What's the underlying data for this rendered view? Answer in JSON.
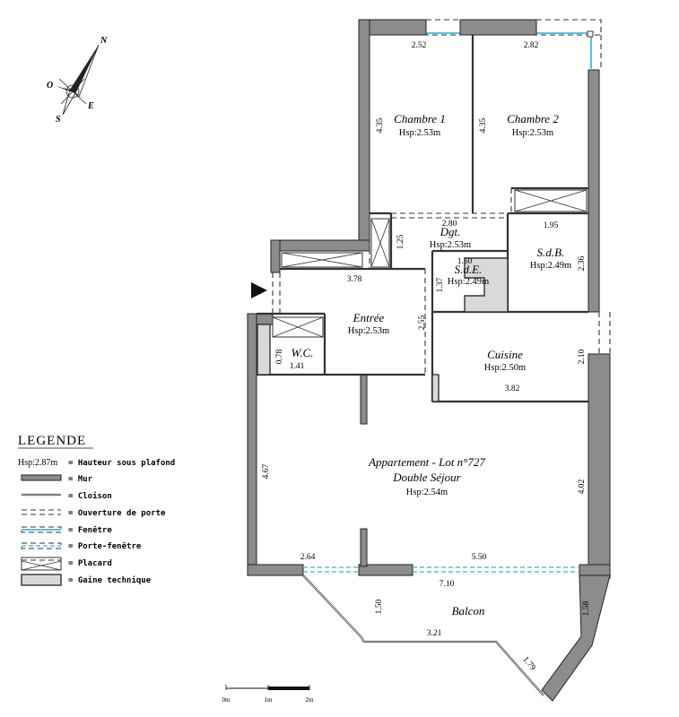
{
  "rooms": {
    "chambre1": {
      "name": "Chambre 1",
      "hsp": "Hsp:2.53m"
    },
    "chambre2": {
      "name": "Chambre 2",
      "hsp": "Hsp:2.53m"
    },
    "dgt": {
      "name": "Dgt.",
      "hsp": "Hsp:2.53m"
    },
    "sdb": {
      "name": "S.d.B.",
      "hsp": "Hsp:2.49m"
    },
    "sde": {
      "name": "S.d.E.",
      "hsp": "Hsp:2.49m"
    },
    "entree": {
      "name": "Entrée",
      "hsp": "Hsp:2.53m"
    },
    "wc": {
      "name": "W.C."
    },
    "cuisine": {
      "name": "Cuisine",
      "hsp": "Hsp:2.50m"
    },
    "sejour": {
      "title": "Appartement - Lot n°727",
      "name": "Double Séjour",
      "hsp": "Hsp:2.54m"
    },
    "balcon": {
      "name": "Balcon"
    }
  },
  "dimensions": {
    "ch1_width": "2.52",
    "ch2_width": "2.82",
    "ch1_depth": "4.35",
    "ch2_depth": "4.35",
    "dgt_width": "2.80",
    "dgt_depth": "1.25",
    "sdb_width": "1.95",
    "sdb_depth": "2.36",
    "entree_width": "3.78",
    "sde_width": "1.50",
    "sde_depth": "1.37",
    "entree_depth": "2.55",
    "wc_depth": "0.78",
    "wc_width": "1.41",
    "cuisine_depth": "2.10",
    "cuisine_width": "3.82",
    "sejour_depth_left": "4.67",
    "sejour_depth_right": "4.02",
    "sejour_left_width": "2.64",
    "sejour_right_width": "5.50",
    "sejour_total_width": "7.10",
    "balcon_depth_left": "1.50",
    "balcon_depth_right": "1.58",
    "balcon_width": "3.21",
    "balcon_diag": "1.79"
  },
  "legend": {
    "title": "LEGENDE",
    "hsp_key": "Hsp:2.87m",
    "hsp_desc": "= Hauteur sous plafond",
    "items": [
      {
        "symbol": "mur",
        "label": "= Mur"
      },
      {
        "symbol": "cloison",
        "label": "= Cloison"
      },
      {
        "symbol": "ouverture",
        "label": "= Ouverture de porte"
      },
      {
        "symbol": "fenetre",
        "label": "= Fenêtre"
      },
      {
        "symbol": "porte-fenetre",
        "label": "= Porte-fenêtre"
      },
      {
        "symbol": "placard",
        "label": "= Placard"
      },
      {
        "symbol": "gaine",
        "label": "= Gaine technique"
      }
    ]
  },
  "compass": {
    "n": "N",
    "s": "S",
    "e": "E",
    "o": "O"
  },
  "scale": {
    "labels": [
      "0m",
      "1m",
      "2m"
    ]
  },
  "colors": {
    "wall": "#8c8c8c",
    "window": "#4fc3e8",
    "gaine": "#d9d9d9"
  }
}
